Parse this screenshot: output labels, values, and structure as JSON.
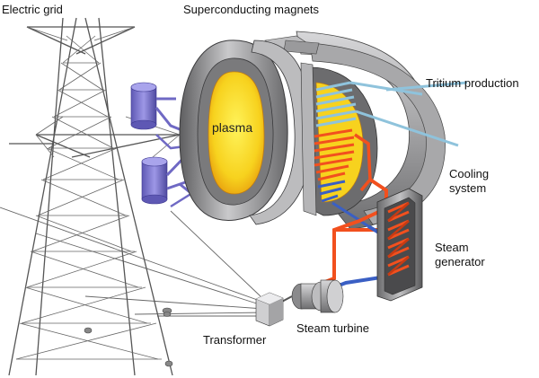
{
  "labels": {
    "electric_grid": "Electric grid",
    "magnets": "Superconducting magnets",
    "plasma": "plasma",
    "tritium": "Tritium production",
    "cooling_line1": "Cooling",
    "cooling_line2": "system",
    "steam_gen_line1": "Steam",
    "steam_gen_line2": "generator",
    "transformer": "Transformer",
    "turbine": "Steam turbine"
  },
  "colors": {
    "coil": "#8e8e90",
    "plasma": "#f7d21e",
    "hot_pipe": "#f2501e",
    "cold_pipe": "#3a5fc4",
    "blanket_pipe": "#8fc3dc",
    "insulator": "#6f69c4",
    "tower": "#555555"
  }
}
